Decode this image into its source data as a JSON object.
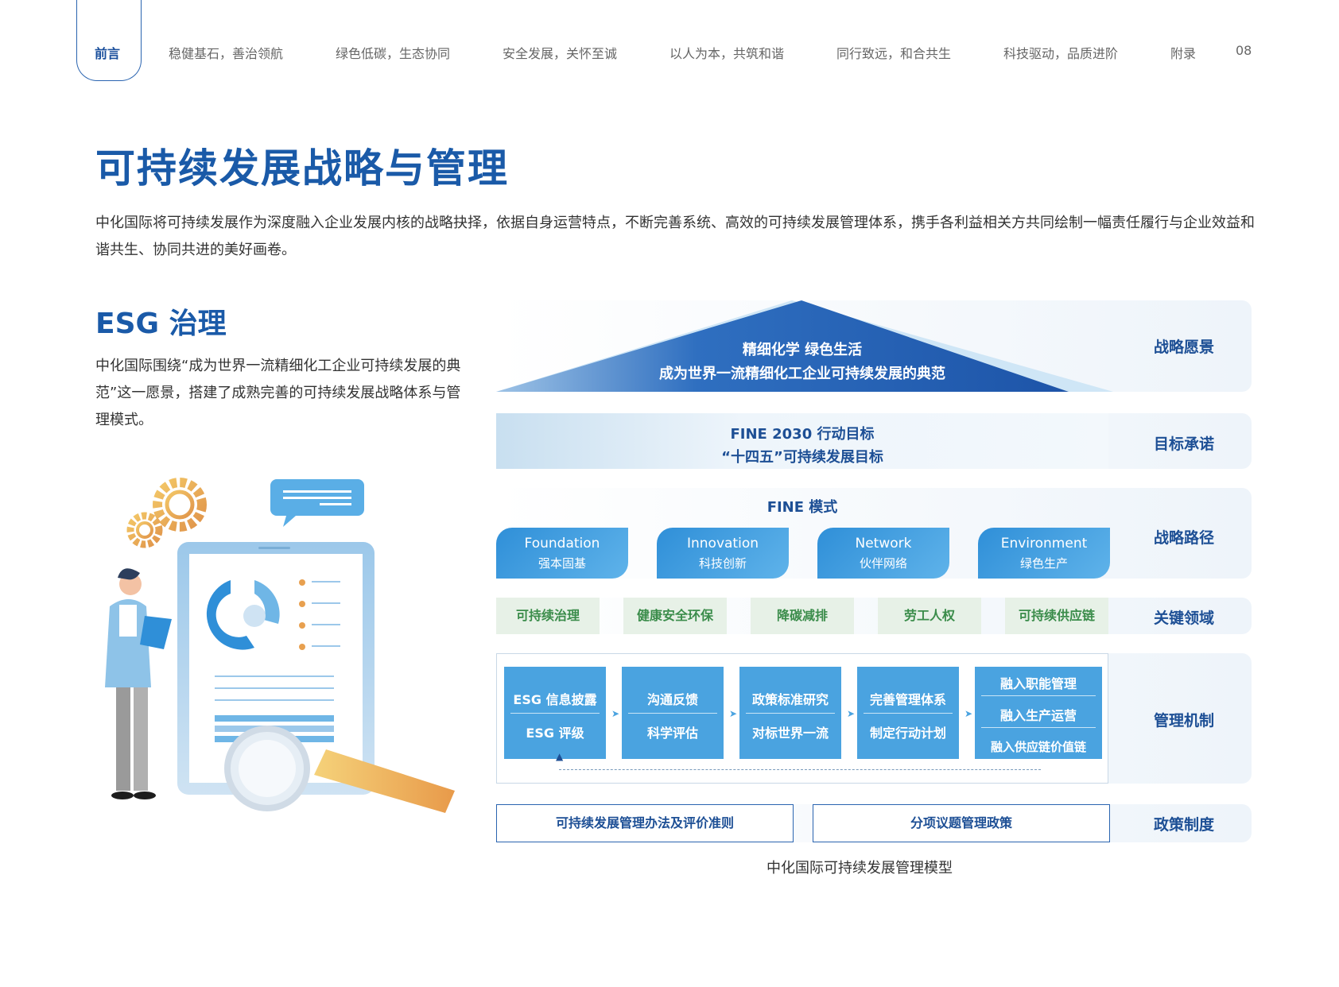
{
  "nav": {
    "items": [
      "前言",
      "稳健基石，善治领航",
      "绿色低碳，生态协同",
      "安全发展，关怀至诚",
      "以人为本，共筑和谐",
      "同行致远，和合共生",
      "科技驱动，品质进阶",
      "附录"
    ],
    "page_number": "08"
  },
  "page_title": "可持续发展战略与管理",
  "intro": "中化国际将可持续发展作为深度融入企业发展内核的战略抉择，依据自身运营特点，不断完善系统、高效的可持续发展管理体系，携手各利益相关方共同绘制一幅责任履行与企业效益和谐共生、协同共进的美好画卷。",
  "section": {
    "title": "ESG 治理",
    "text": "中化国际围绕“成为世界一流精细化工企业可持续发展的典范”这一愿景，搭建了成熟完善的可持续发展战略体系与管理模式。"
  },
  "diagram": {
    "vision": {
      "line1": "精细化学 绿色生活",
      "line2": "成为世界一流精细化工企业可持续发展的典范",
      "label": "战略愿景"
    },
    "goals": {
      "line1": "FINE 2030 行动目标",
      "line2": "“十四五”可持续发展目标",
      "label": "目标承诺"
    },
    "path": {
      "title": "FINE 模式",
      "label": "战略路径",
      "pillars": [
        {
          "en": "Foundation",
          "cn": "强本固基"
        },
        {
          "en": "Innovation",
          "cn": "科技创新"
        },
        {
          "en": "Network",
          "cn": "伙伴网络"
        },
        {
          "en": "Environment",
          "cn": "绿色生产"
        }
      ]
    },
    "domains": {
      "label": "关键领域",
      "items": [
        "可持续治理",
        "健康安全环保",
        "降碳减排",
        "劳工人权",
        "可持续供应链"
      ]
    },
    "mechanism": {
      "label": "管理机制",
      "boxes": [
        [
          "ESG 信息披露",
          "ESG 评级"
        ],
        [
          "沟通反馈",
          "科学评估"
        ],
        [
          "政策标准研究",
          "对标世界一流"
        ],
        [
          "完善管理体系",
          "制定行动计划"
        ],
        [
          "融入职能管理",
          "融入生产运营",
          "融入供应链价值链"
        ]
      ]
    },
    "policy": {
      "label": "政策制度",
      "items": [
        "可持续发展管理办法及评价准则",
        "分项议题管理政策"
      ]
    },
    "caption": "中化国际可持续发展管理模型"
  },
  "colors": {
    "primary": "#1a5aa8",
    "accent": "#4aa3e0",
    "green": "#3a8c4a"
  }
}
